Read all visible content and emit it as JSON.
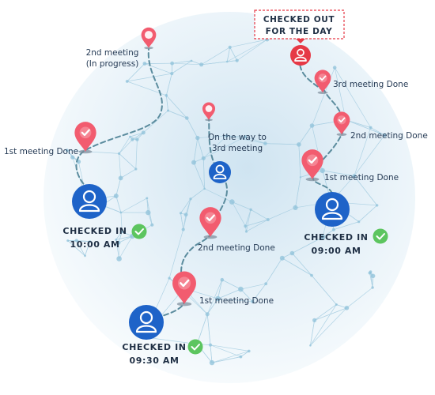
{
  "colors": {
    "accent_blue": "#1e63c8",
    "pin_pink": "#f25c6f",
    "pin_red": "#e63946",
    "check_green": "#5cc55f",
    "path_teal": "#5d8fa0",
    "network": "#9cc6dc"
  },
  "icons": {
    "pin": "map-pin-check-icon",
    "pin_plain": "map-pin-icon",
    "user": "user-icon",
    "check": "check-circle-icon"
  },
  "agents": [
    {
      "checked_in_label": "CHECKED IN",
      "checked_in_time": "10:00 AM",
      "milestones": [
        "1st meeting Done",
        "2nd meeting",
        "(In progress)"
      ]
    },
    {
      "checked_in_label": "CHECKED IN",
      "checked_in_time": "09:30 AM",
      "milestones": [
        "1st meeting Done",
        "2nd meeting Done",
        "On the way to",
        "3rd meeting"
      ]
    },
    {
      "checked_in_label": "CHECKED IN",
      "checked_in_time": "09:00 AM",
      "milestones": [
        "1st meeting Done",
        "2nd meeting Done",
        "3rd meeting Done"
      ],
      "status_tag": [
        "CHECKED OUT",
        "FOR THE DAY"
      ]
    }
  ]
}
